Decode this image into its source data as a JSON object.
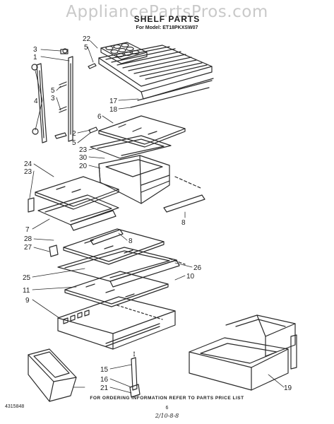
{
  "watermark": "AppliancePartsPros.com",
  "title": "SHELF PARTS",
  "subtitle": "For Model: ET18PKXSW07",
  "callouts": [
    "22",
    "5",
    "3",
    "1",
    "17",
    "18",
    "4",
    "5",
    "3",
    "6",
    "2",
    "5",
    "23",
    "30",
    "20",
    "24",
    "23",
    "8",
    "7",
    "8",
    "28",
    "27",
    "26",
    "25",
    "10",
    "11",
    "9",
    "15",
    "16",
    "21",
    "19"
  ],
  "footer": "FOR ORDERING INFORMATION REFER TO PARTS PRICE LIST",
  "doc_number": "4315848",
  "page_number": "6",
  "handwritten_note": "2/10-8-8"
}
